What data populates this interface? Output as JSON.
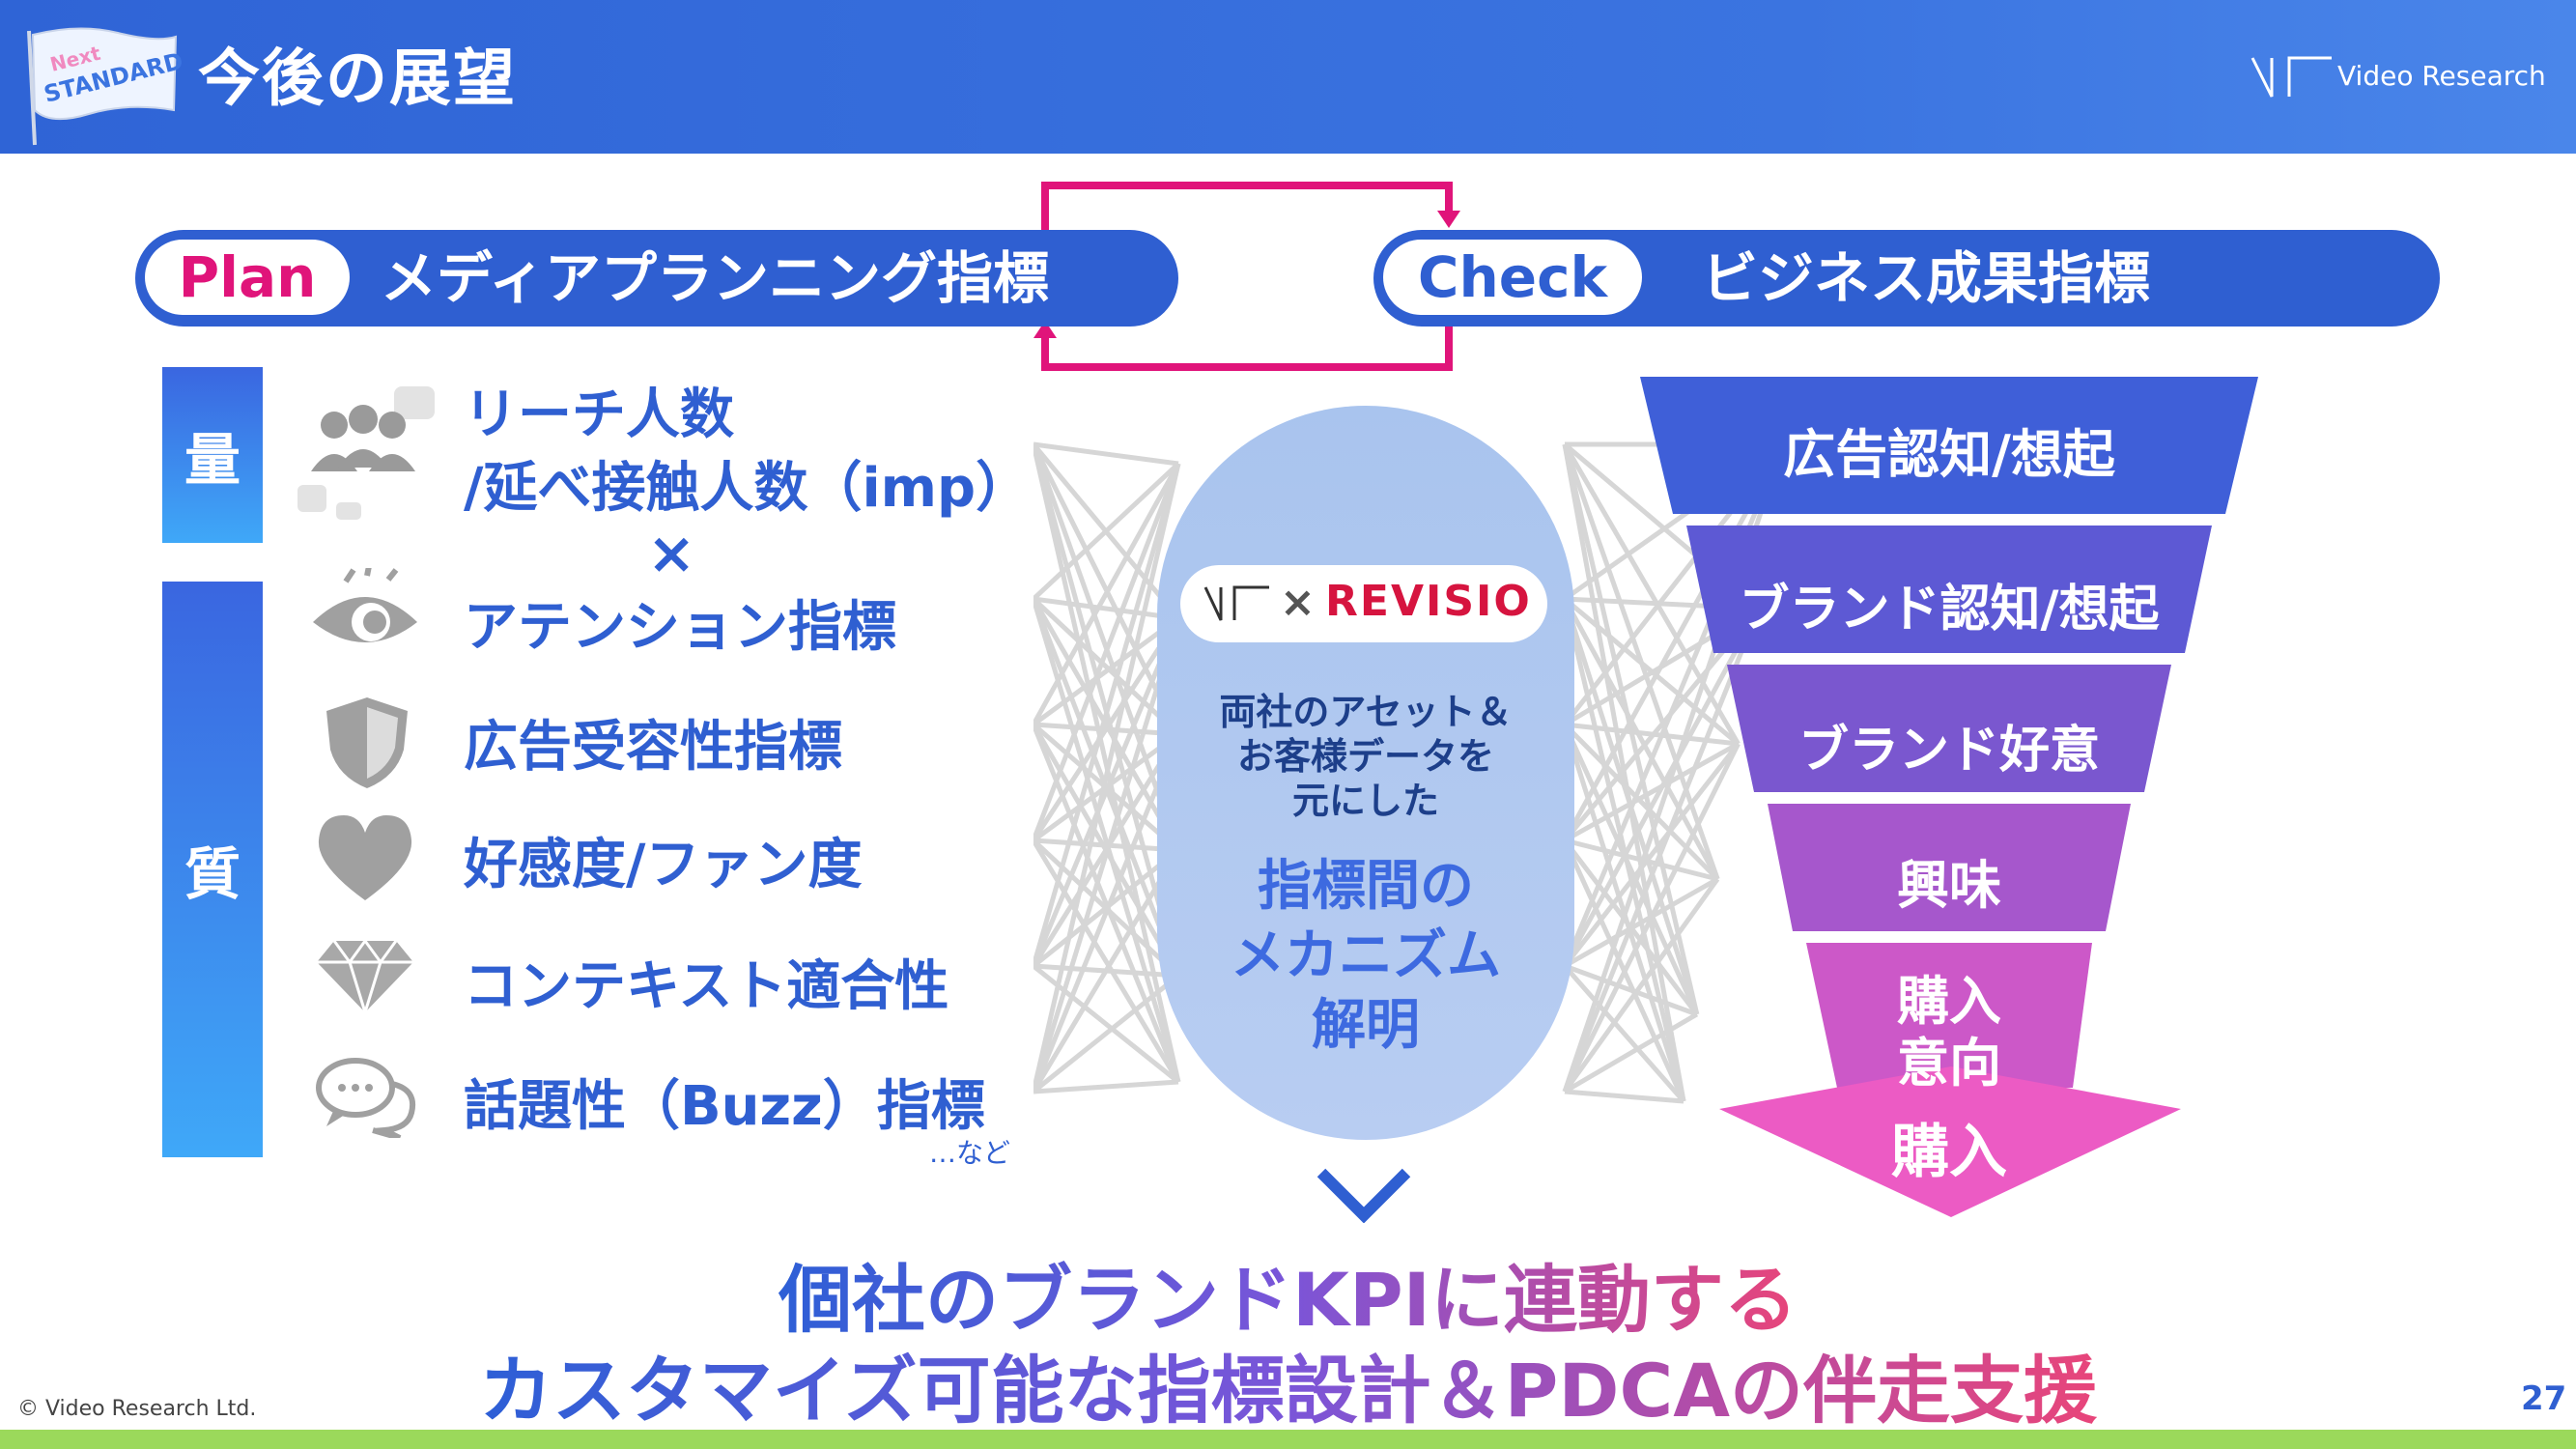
{
  "header": {
    "title": "今後の展望",
    "brand": "Video Research",
    "logo_text": "Next STANDARD"
  },
  "plan": {
    "badge": "Plan",
    "label": "メディアプランニング指標"
  },
  "check": {
    "badge": "Check",
    "label": "ビジネス成果指標"
  },
  "left": {
    "quantity_label": "量",
    "quality_label": "質",
    "metrics": {
      "reach_line1": "リーチ人数",
      "reach_line2": "/延べ接触人数（imp）",
      "times": "×",
      "attention": "アテンション指標",
      "acceptance": "広告受容性指標",
      "favor": "好感度/ファン度",
      "context": "コンテキスト適合性",
      "buzz": "話題性（Buzz）指標"
    },
    "etc": "…など"
  },
  "center": {
    "cross": "×",
    "partner": "REVISIO",
    "desc_line1": "両社のアセット＆",
    "desc_line2": "お客様データを",
    "desc_line3": "元にした",
    "big_line1": "指標間の",
    "big_line2": "メカニズム",
    "big_line3": "解明"
  },
  "funnel": {
    "stage1": "広告認知/想起",
    "stage2": "ブランド認知/想起",
    "stage3": "ブランド好意",
    "stage4": "興味",
    "stage5_line1": "購入",
    "stage5_line2": "意向",
    "stage6": "購入"
  },
  "bottom": {
    "line1": "個社のブランドKPIに連動する",
    "line2": "カスタマイズ可能な指標設計＆PDCAの伴走支援"
  },
  "footer": {
    "copyright": "© Video Research Ltd.",
    "page_number": "27"
  },
  "colors": {
    "primary": "#2f5fd1",
    "accent": "#e0147a",
    "funnel_top": "#3f5fd8",
    "funnel_bottom": "#ec5bc4",
    "footer_bar": "#9bd95b"
  }
}
